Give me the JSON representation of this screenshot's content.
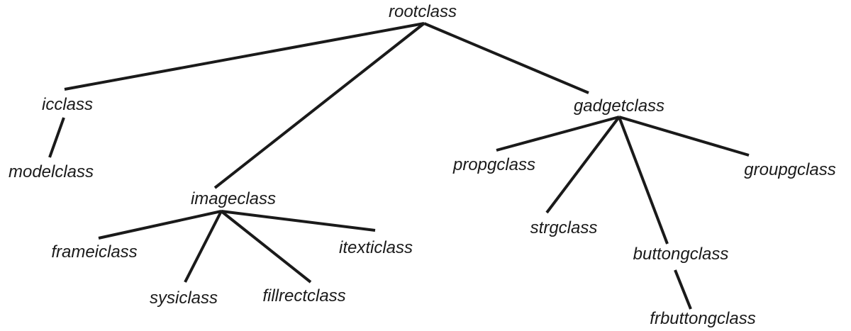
{
  "diagram": {
    "type": "tree",
    "line_color": "#1a1a1a",
    "text_color": "#1a1a1a",
    "nodes": [
      {
        "id": "rootclass",
        "label": "rootclass",
        "parent": null
      },
      {
        "id": "icclass",
        "label": "icclass",
        "parent": "rootclass"
      },
      {
        "id": "imageclass",
        "label": "imageclass",
        "parent": "rootclass"
      },
      {
        "id": "gadgetclass",
        "label": "gadgetclass",
        "parent": "rootclass"
      },
      {
        "id": "modelclass",
        "label": "modelclass",
        "parent": "icclass"
      },
      {
        "id": "frameiclass",
        "label": "frameiclass",
        "parent": "imageclass"
      },
      {
        "id": "sysiclass",
        "label": "sysiclass",
        "parent": "imageclass"
      },
      {
        "id": "fillrectclass",
        "label": "fillrectclass",
        "parent": "imageclass"
      },
      {
        "id": "itexticlass",
        "label": "itexticlass",
        "parent": "imageclass"
      },
      {
        "id": "propgclass",
        "label": "propgclass",
        "parent": "gadgetclass"
      },
      {
        "id": "strgclass",
        "label": "strgclass",
        "parent": "gadgetclass"
      },
      {
        "id": "buttongclass",
        "label": "buttongclass",
        "parent": "gadgetclass"
      },
      {
        "id": "groupgclass",
        "label": "groupgclass",
        "parent": "gadgetclass"
      },
      {
        "id": "frbuttongclass",
        "label": "frbuttongclass",
        "parent": "buttongclass"
      }
    ]
  }
}
